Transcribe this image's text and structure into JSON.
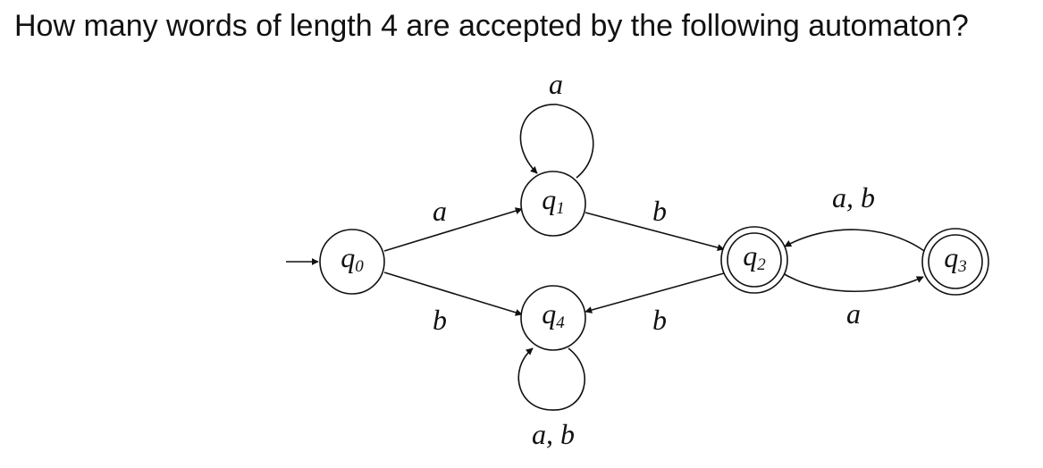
{
  "question": "How many words of length 4 are accepted by the following automaton?",
  "automaton": {
    "states": [
      {
        "id": "q0",
        "name": "q",
        "index": "0",
        "initial": true,
        "accepting": false
      },
      {
        "id": "q1",
        "name": "q",
        "index": "1",
        "initial": false,
        "accepting": false
      },
      {
        "id": "q2",
        "name": "q",
        "index": "2",
        "initial": false,
        "accepting": true
      },
      {
        "id": "q3",
        "name": "q",
        "index": "3",
        "initial": false,
        "accepting": true
      },
      {
        "id": "q4",
        "name": "q",
        "index": "4",
        "initial": false,
        "accepting": false
      }
    ],
    "transitions": [
      {
        "from": "q0",
        "to": "q1",
        "label": "a"
      },
      {
        "from": "q0",
        "to": "q4",
        "label": "b"
      },
      {
        "from": "q1",
        "to": "q1",
        "label": "a"
      },
      {
        "from": "q1",
        "to": "q2",
        "label": "b"
      },
      {
        "from": "q2",
        "to": "q4",
        "label": "b"
      },
      {
        "from": "q2",
        "to": "q3",
        "label": "a"
      },
      {
        "from": "q3",
        "to": "q2",
        "label": "a, b"
      },
      {
        "from": "q4",
        "to": "q4",
        "label": "a, b"
      }
    ]
  }
}
